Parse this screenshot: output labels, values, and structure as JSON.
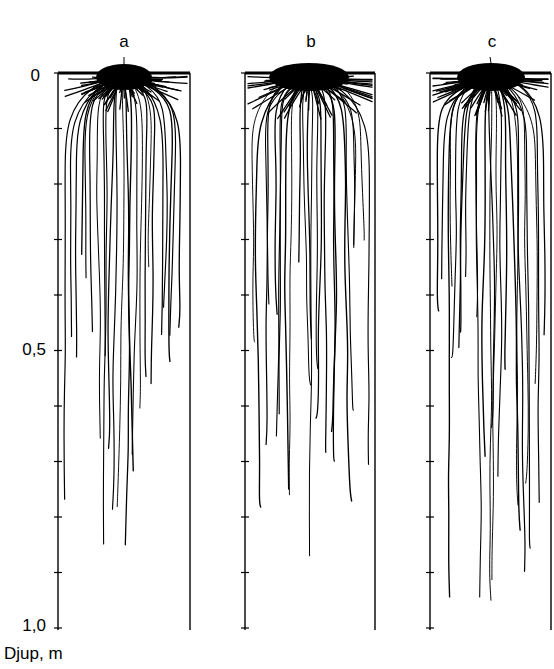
{
  "diagram": {
    "labels": [
      "a",
      "b",
      "c",
      "0",
      "0,5",
      "1,0",
      "Djup, m"
    ]
  }
}
